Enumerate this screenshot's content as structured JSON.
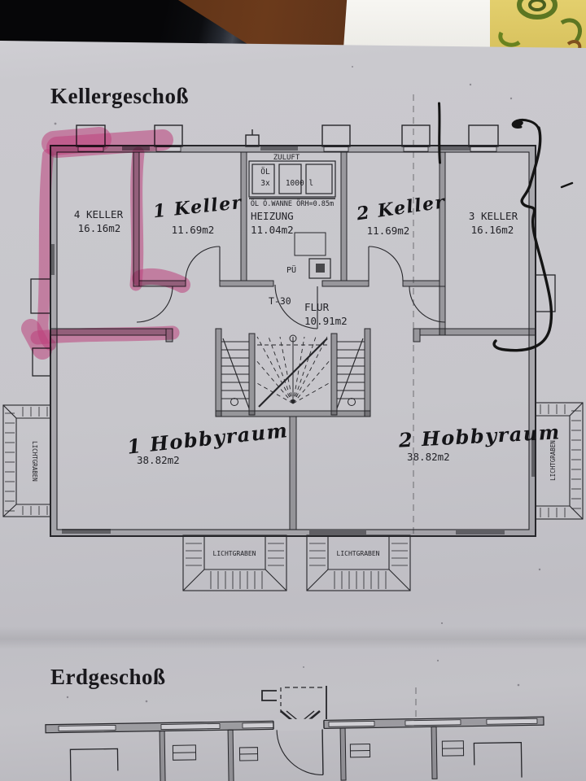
{
  "colors": {
    "highlighter_pink": "#f1549b",
    "pen_black": "#141414",
    "paper_gray": "#c7c6cb"
  },
  "document": {
    "basement_heading": "Kellergeschoß",
    "ground_heading": "Erdgeschoß"
  },
  "basement": {
    "rooms": {
      "keller4": {
        "name": "4 KELLER",
        "area": "16.16m2"
      },
      "keller1": {
        "name": "1 Keller",
        "area": "11.69m2"
      },
      "heizung": {
        "name": "HEIZUNG",
        "area": "11.04m2"
      },
      "keller2": {
        "name": "2 Keller",
        "area": "11.69m2"
      },
      "keller3": {
        "name": "3 KELLER",
        "area": "16.16m2"
      },
      "flur": {
        "name": "FLUR",
        "area": "10.91m2"
      },
      "hobby1": {
        "name": "1 Hobbyraum",
        "area": "38.82m2"
      },
      "hobby2": {
        "name": "2 Hobbyraum",
        "area": "38.82m2"
      }
    },
    "labels": {
      "zuluft": "ZULUFT",
      "oil": "ÖL",
      "oil_count": "3x",
      "oil_size": "1000 l",
      "oil_pan": "ÖL Ö.WANNE  ÖRH=0.85m",
      "fire_door": "T-30",
      "pue": "PÜ",
      "lichtgraben": "LICHTGRABEN"
    }
  }
}
